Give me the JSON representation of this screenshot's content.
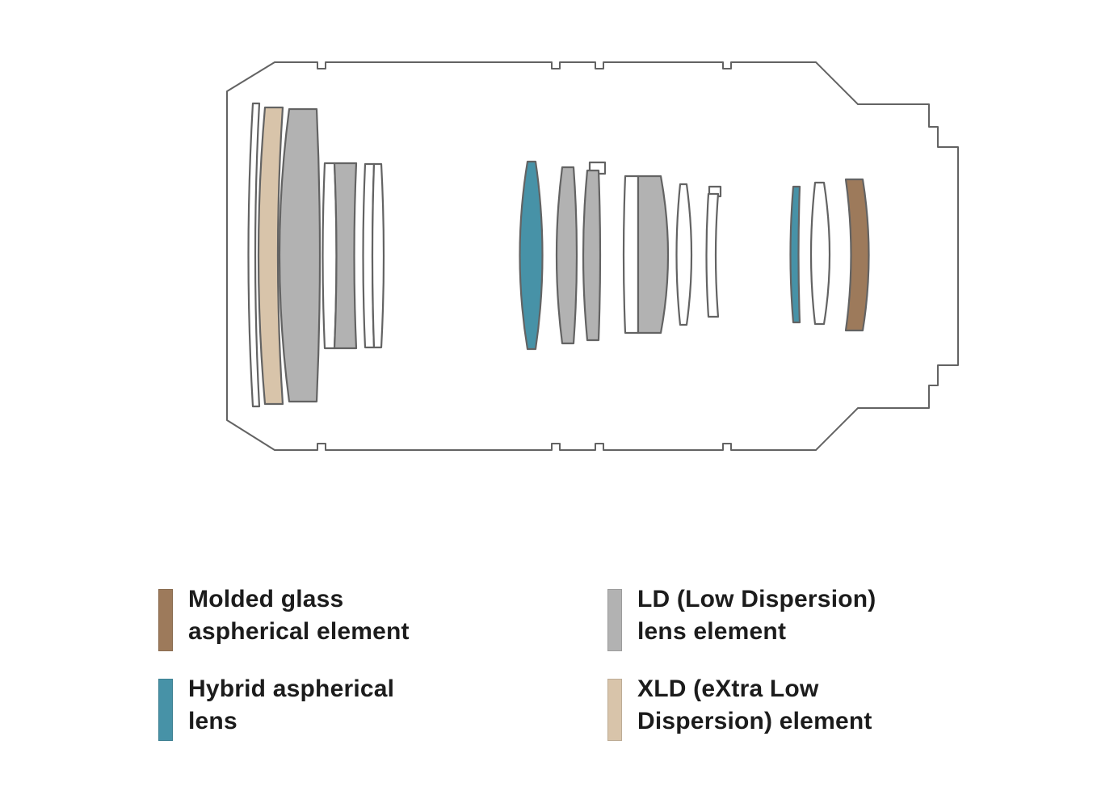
{
  "colors": {
    "molded_glass": "#9d7a5b",
    "hybrid_aspherical": "#4792a7",
    "ld": "#b2b2b2",
    "xld": "#d8c4aa",
    "outline": "#636363",
    "text": "#1c1c1c",
    "background": "#ffffff"
  },
  "legend": {
    "items": [
      {
        "line1": "Molded glass",
        "line2": "aspherical element"
      },
      {
        "line1": "Hybrid aspherical",
        "line2": "lens"
      },
      {
        "line1": "LD (Low Dispersion)",
        "line2": "lens element"
      },
      {
        "line1": "XLD (eXtra Low",
        "line2": "Dispersion) element"
      }
    ]
  }
}
